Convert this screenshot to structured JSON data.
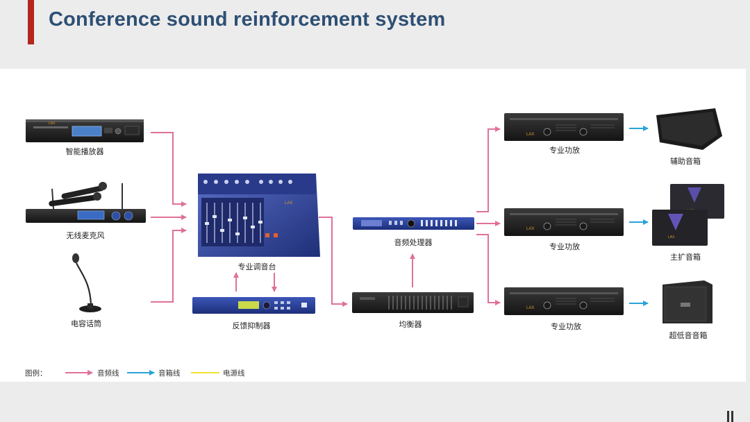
{
  "slide": {
    "title": "Conference sound reinforcement system"
  },
  "devices": {
    "smart_player": "智能播放器",
    "wireless_mic": "无线麦克风",
    "condenser_mic": "电容话筒",
    "mixer": "专业调音台",
    "feedback_suppressor": "反馈抑制器",
    "audio_processor": "音频处理器",
    "equalizer": "均衡器",
    "amp_1": "专业功放",
    "amp_2": "专业功放",
    "amp_3": "专业功放",
    "aux_speaker": "辅助音箱",
    "main_speaker": "主扩音箱",
    "subwoofer": "超低音音箱"
  },
  "brand": {
    "logo": "LAX"
  },
  "legend": {
    "title": "图例：",
    "items": [
      {
        "label": "音频线",
        "color": "#e0709a"
      },
      {
        "label": "音箱线",
        "color": "#29a3d8"
      },
      {
        "label": "电源线",
        "color": "#f0e030"
      }
    ]
  },
  "colors": {
    "audio_line": "#e0709a",
    "speaker_line": "#29a3d8",
    "title": "#2e4f74",
    "accent": "#b3261e"
  }
}
